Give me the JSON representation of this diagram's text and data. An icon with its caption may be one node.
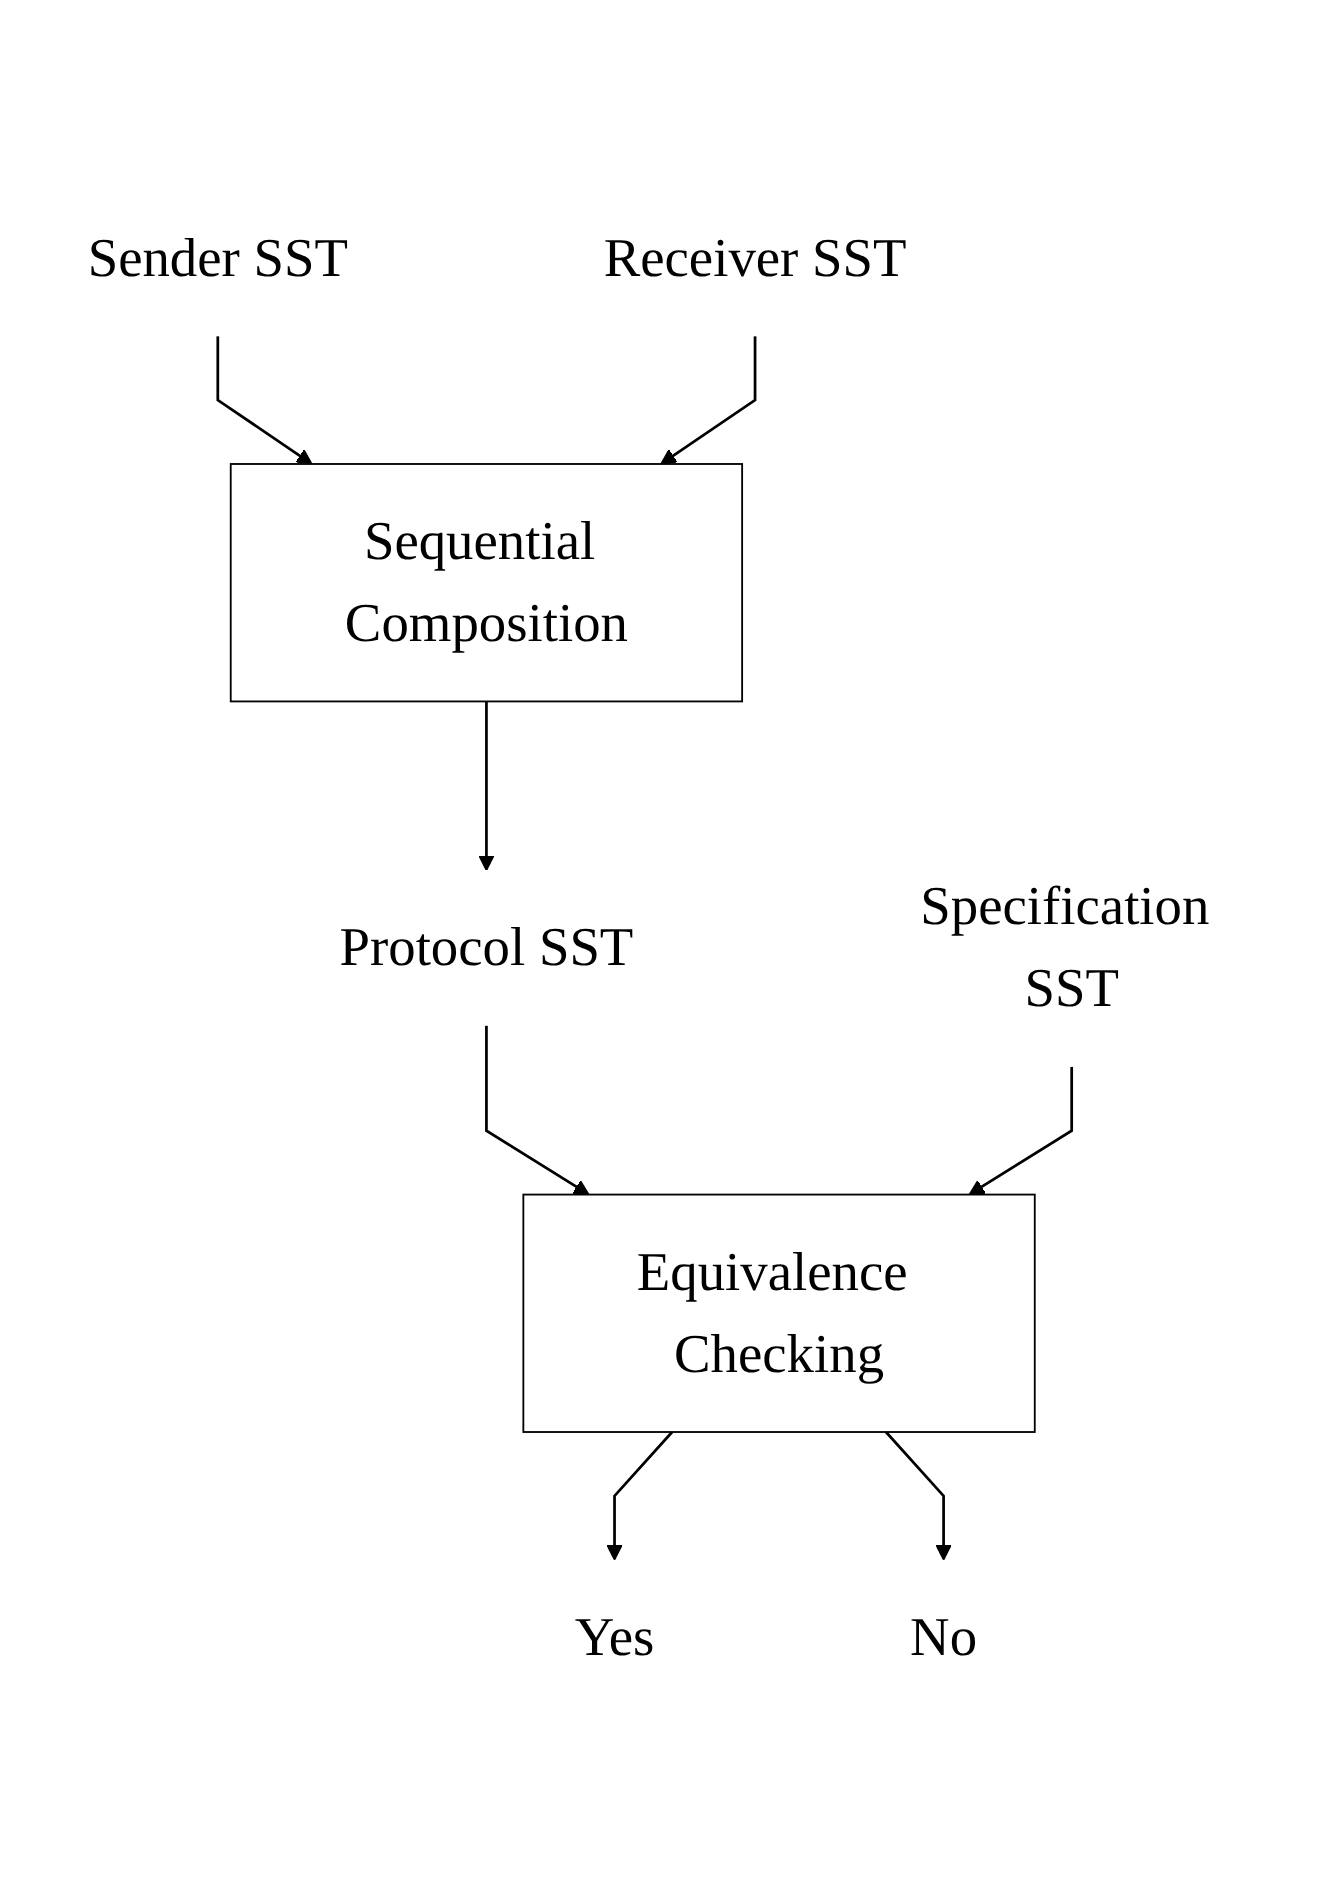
{
  "diagram": {
    "nodes": [
      {
        "text": [
          "Sender SST"
        ]
      },
      {
        "text": [
          "Receiver SST"
        ]
      },
      {
        "text": [
          "Sequential Composition"
        ]
      },
      {
        "text": [
          "Protocol SST"
        ]
      },
      {
        "text": [
          "Specification SST"
        ]
      },
      {
        "text": [
          "Equivalence Checking"
        ]
      },
      {
        "text": [
          "Yes"
        ]
      },
      {
        "text": [
          "No"
        ]
      }
    ],
    "edges": [
      {
        "from": 0,
        "to": 2,
        "arrow": "to"
      },
      {
        "from": 1,
        "to": 2,
        "arrow": "to"
      },
      {
        "from": 2,
        "to": 3,
        "arrow": "to"
      },
      {
        "from": 3,
        "to": 5,
        "arrow": "to"
      },
      {
        "from": 4,
        "to": 5,
        "arrow": "to"
      },
      {
        "from": 5,
        "to": 6,
        "arrow": "to"
      },
      {
        "from": 5,
        "to": 7,
        "arrow": "to"
      }
    ]
  }
}
